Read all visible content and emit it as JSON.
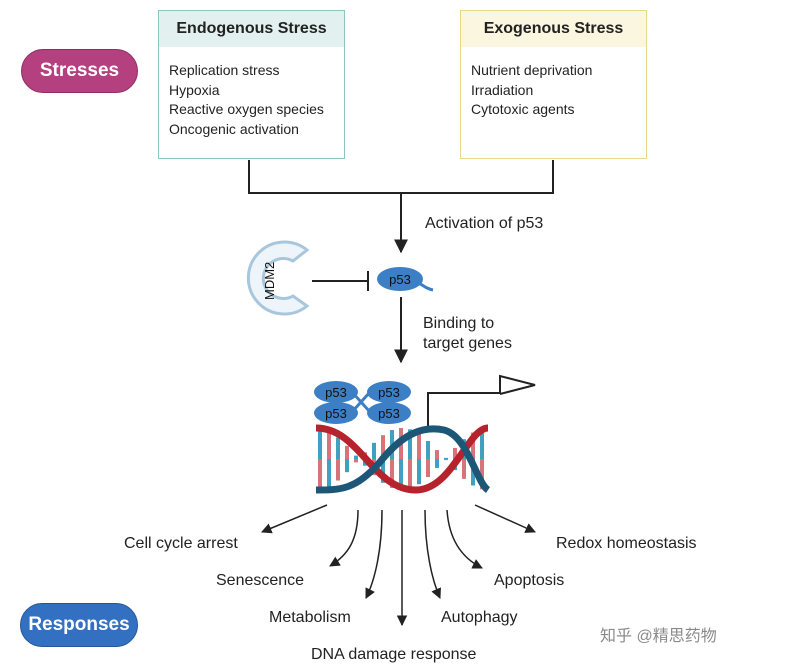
{
  "stresses_label": "Stresses",
  "responses_label": "Responses",
  "endogenous": {
    "title": "Endogenous Stress",
    "items": [
      "Replication stress",
      "Hypoxia",
      "Reactive oxygen species",
      "Oncogenic activation"
    ]
  },
  "exogenous": {
    "title": "Exogenous Stress",
    "items": [
      "Nutrient deprivation",
      "Irradiation",
      "Cytotoxic agents"
    ]
  },
  "activation_label": "Activation of p53",
  "binding_label": [
    "Binding to",
    "target genes"
  ],
  "mdm2_label": "MDM2",
  "p53_label": "p53",
  "responses": {
    "cell_cycle_arrest": "Cell cycle arrest",
    "senescence": "Senescence",
    "metabolism": "Metabolism",
    "dna_damage_response": "DNA damage response",
    "autophagy": "Autophagy",
    "apoptosis": "Apoptosis",
    "redox_homeostasis": "Redox homeostasis"
  },
  "watermark": "知乎 @精思药物",
  "colors": {
    "stresses_pill": "#b5407f",
    "responses_pill": "#3470c2",
    "endogenous_border": "#8cc6c4",
    "endogenous_header": "#e2f1ef",
    "exogenous_border": "#e8d88a",
    "exogenous_header": "#fbf6df",
    "p53": "#3d7fc4",
    "dna_red": "#b5232c",
    "dna_blue": "#1d5777"
  }
}
